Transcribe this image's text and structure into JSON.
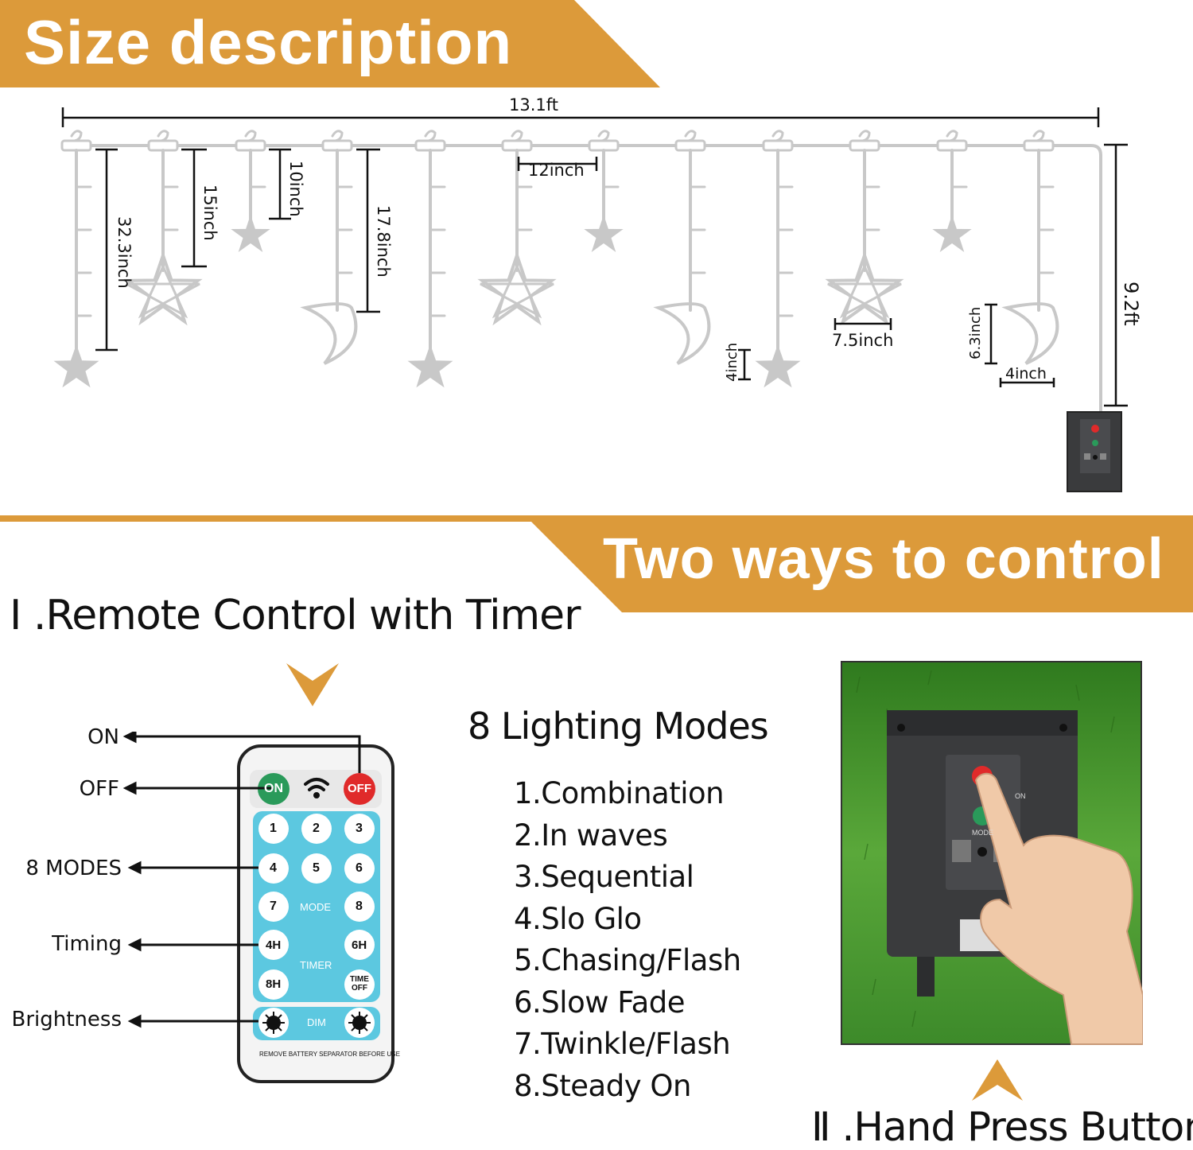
{
  "colors": {
    "accent": "#dc9a3a",
    "light": "#c8c8c8",
    "control_box": "#3a3b3d",
    "remote_key": "#5cc8e0",
    "on_key": "#2a9a5a",
    "off_key": "#e02a2a",
    "grass": "#3d8a2a"
  },
  "size_section": {
    "title": "Size description",
    "width_label": "13.1ft",
    "drop_label": "9.2ft",
    "labels": {
      "longest": "32.3inch",
      "medium": "15inch",
      "short": "10inch",
      "moon_string": "17.8inch",
      "spacing": "12inch",
      "star_width": "7.5inch",
      "small_star": "4inch",
      "moon_height": "6.3inch",
      "moon_width": "4inch"
    }
  },
  "control_section": {
    "title": "Two ways to control",
    "method1": "Ⅰ .Remote Control with Timer",
    "method2": "Ⅱ .Hand Press Button",
    "remote_labels": [
      "ON",
      "OFF",
      "8 MODES",
      "Timing",
      "Brightness"
    ],
    "remote_keys": {
      "on": "ON",
      "off": "OFF",
      "numbers": [
        "1",
        "2",
        "3",
        "4",
        "5",
        "6",
        "7",
        "8"
      ],
      "mode": "MODE",
      "timer": "TIMER",
      "t4": "4H",
      "t6": "6H",
      "t8": "8H",
      "time_off": "TIME OFF",
      "dim": "DIM",
      "footer": "REMOVE BATTERY SEPARATOR BEFORE USE"
    },
    "modes_title": "8 Lighting Modes",
    "modes": [
      "1.Combination",
      "2.In waves",
      "3.Sequential",
      "4.Slo Glo",
      "5.Chasing/Flash",
      "6.Slow Fade",
      "7.Twinkle/Flash",
      "8.Steady On"
    ],
    "box_labels": {
      "on": "ON",
      "mode": "MODE"
    }
  }
}
